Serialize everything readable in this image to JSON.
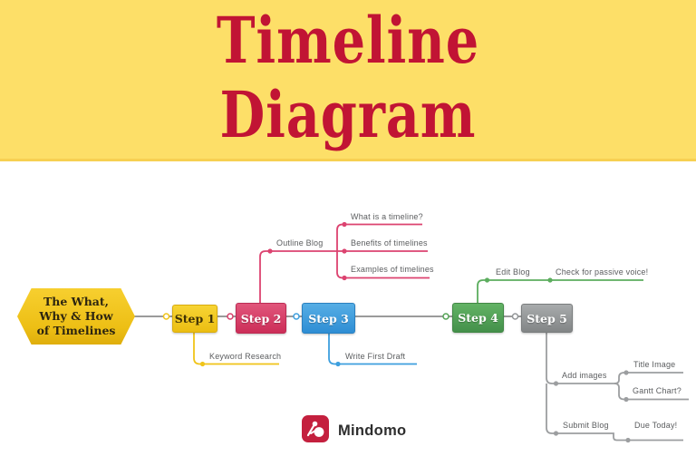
{
  "banner": {
    "title_line1": "Timeline",
    "title_line2": "Diagram",
    "background_color": "#FDDF68",
    "title_color": "#C11434"
  },
  "diagram": {
    "root": {
      "line1": "The What,",
      "line2": "Why & How",
      "line3": "of Timelines",
      "color": "#F0C419"
    },
    "steps": [
      {
        "label": "Step 1",
        "color": "#F0C41B"
      },
      {
        "label": "Step 2",
        "color": "#D6406B"
      },
      {
        "label": "Step 3",
        "color": "#3D9FDE"
      },
      {
        "label": "Step 4",
        "color": "#53A355"
      },
      {
        "label": "Step 5",
        "color": "#939698"
      }
    ],
    "branches": {
      "step1": {
        "label": "Keyword Research"
      },
      "step2": {
        "label": "Outline Blog",
        "children": [
          {
            "label": "What is a timeline?"
          },
          {
            "label": "Benefits of timelines"
          },
          {
            "label": "Examples of timelines"
          }
        ]
      },
      "step3": {
        "label": "Write First Draft"
      },
      "step4": {
        "label": "Edit Blog",
        "children": [
          {
            "label": "Check for passive voice!"
          }
        ]
      },
      "step5": {
        "children": [
          {
            "label": "Add images",
            "children": [
              {
                "label": "Title Image"
              },
              {
                "label": "Gantt Chart?"
              }
            ]
          },
          {
            "label": "Submit Blog",
            "children": [
              {
                "label": "Due Today!"
              }
            ]
          }
        ]
      }
    }
  },
  "footer": {
    "brand": "Mindomo",
    "logo_color": "#C4203E"
  }
}
